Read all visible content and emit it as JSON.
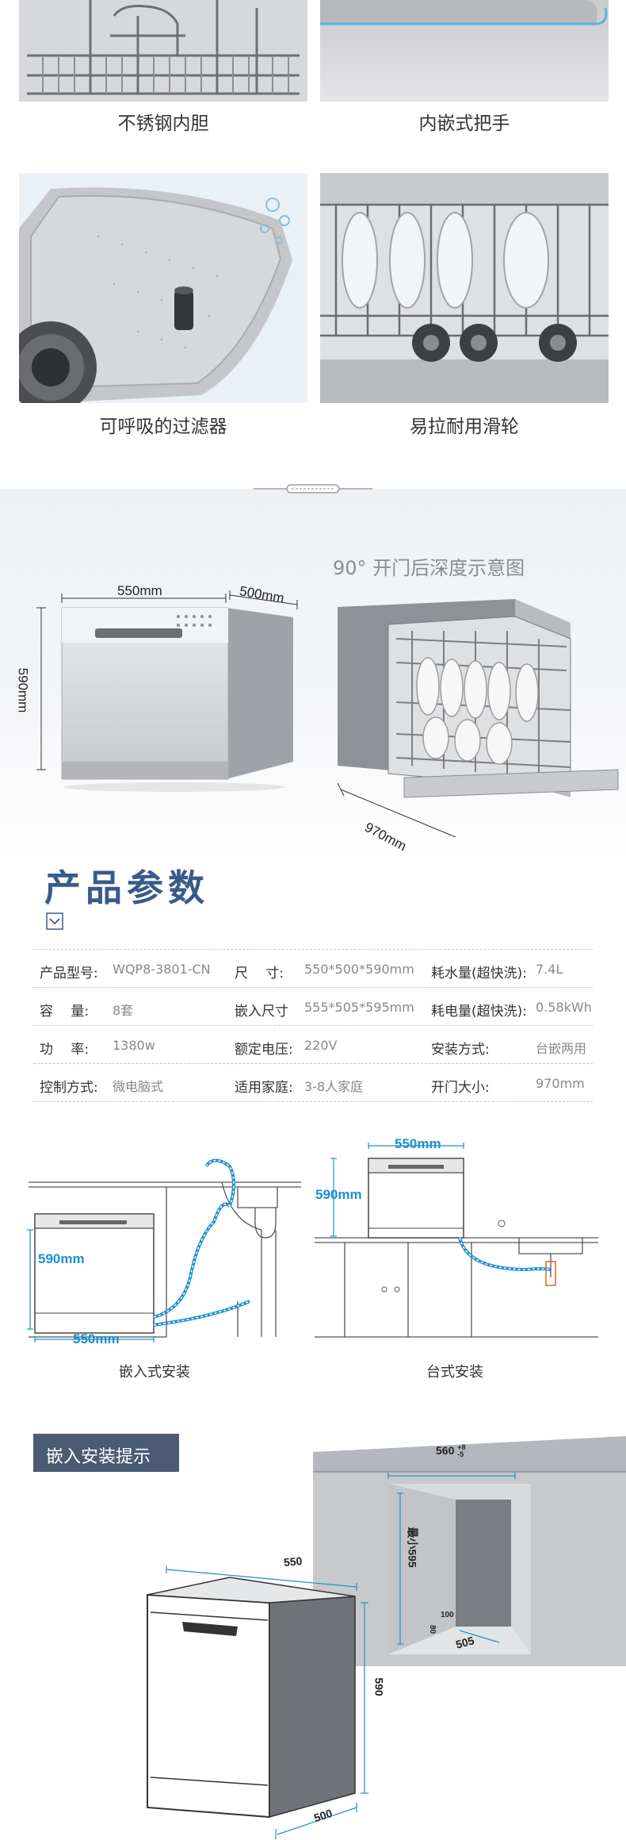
{
  "features": [
    {
      "label": "不锈钢内胆"
    },
    {
      "label": "内嵌式把手"
    },
    {
      "label": "可呼吸的过滤器"
    },
    {
      "label": "易拉耐用滑轮"
    }
  ],
  "dimensions": {
    "width_label": "550mm",
    "depth_label": "500mm",
    "height_label": "590mm",
    "open_title": "90°  开门后深度示意图",
    "open_depth_label": "970mm"
  },
  "params": {
    "title": "产品参数",
    "rows": [
      [
        {
          "label": "产品型号:",
          "value": "WQP8-3801-CN"
        },
        {
          "label": "尺　  寸:",
          "value": "550*500*590mm"
        },
        {
          "label": "耗水量(超快洗):",
          "value": "7.4L"
        }
      ],
      [
        {
          "label": "容　  量:",
          "value": "8套"
        },
        {
          "label": "嵌入尺寸",
          "value": "555*505*595mm"
        },
        {
          "label": "耗电量(超快洗):",
          "value": "0.58kWh"
        }
      ],
      [
        {
          "label": "功　  率:",
          "value": "1380w"
        },
        {
          "label": "额定电压:",
          "value": "220V"
        },
        {
          "label": "安装方式:",
          "value": "台嵌两用"
        }
      ],
      [
        {
          "label": "控制方式:",
          "value": "微电脑式"
        },
        {
          "label": "适用家庭:",
          "value": "3-8人家庭"
        },
        {
          "label": "开门大小:",
          "value": "970mm"
        }
      ]
    ]
  },
  "install": {
    "embedded_caption": "嵌入式安装",
    "counter_caption": "台式安装",
    "embedded_height": "590mm",
    "embedded_width": "550mm",
    "counter_width": "550mm",
    "counter_height": "590mm"
  },
  "tips": {
    "title": "嵌入安装提示",
    "cabinet_width": "560",
    "cabinet_width_tol_plus": "+8",
    "cabinet_width_tol_minus": "-5",
    "cabinet_height": "最小595",
    "cabinet_depth": "505",
    "small_a": "100",
    "small_b": "80",
    "machine_width": "550",
    "machine_height": "590",
    "machine_depth": "500"
  },
  "colors": {
    "accent_blue": "#1d8fd0",
    "title_blue": "#3a5a8c",
    "tip_banner": "#4a5b73"
  }
}
